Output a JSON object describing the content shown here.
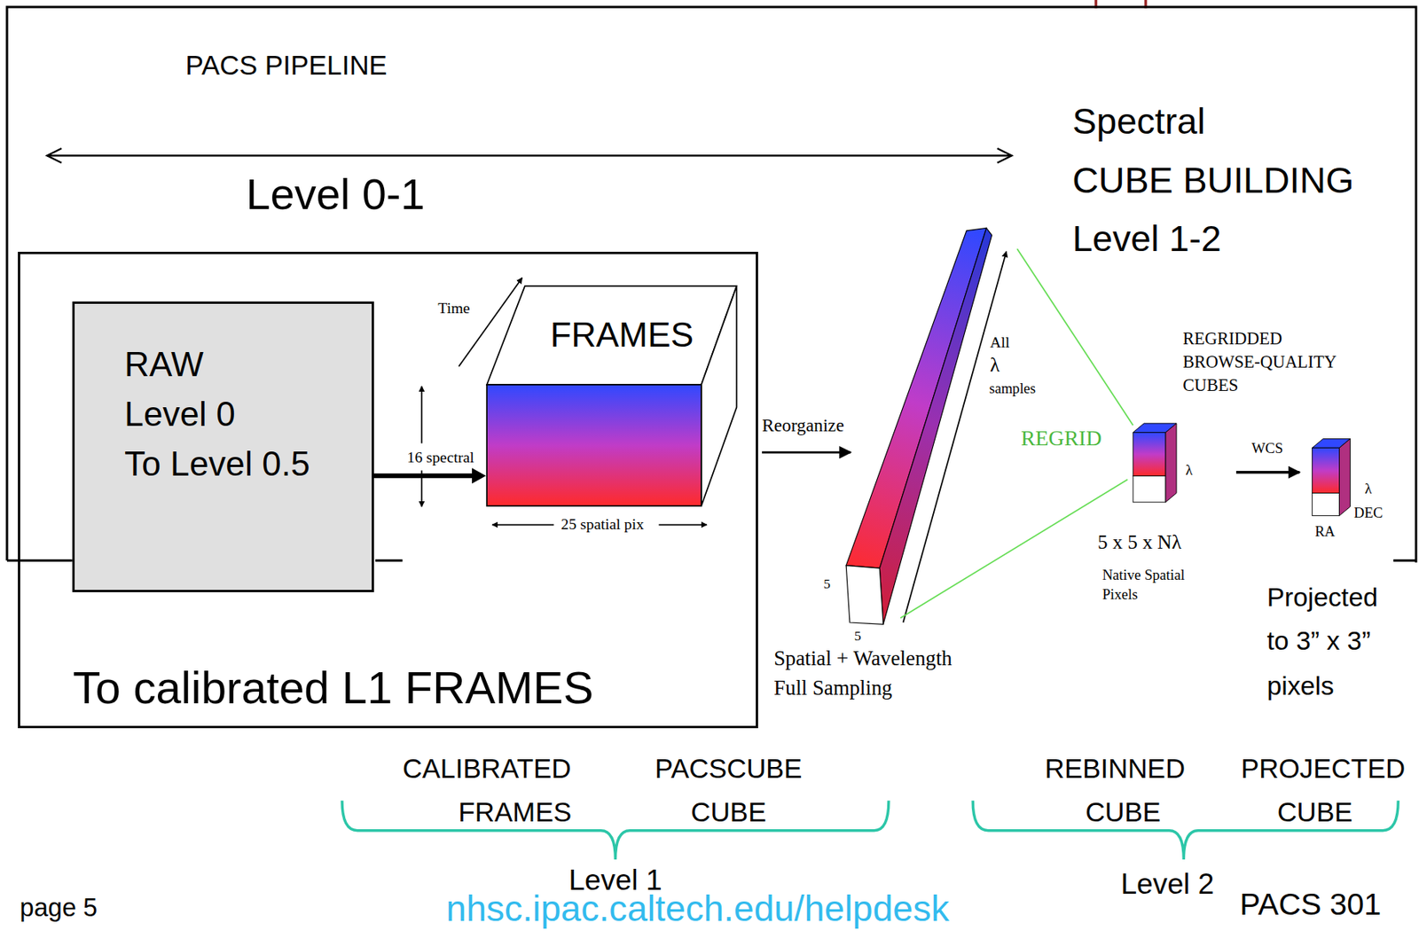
{
  "diagram": {
    "nodes": [
      {
        "text": [
          "PACS PIPELINE"
        ]
      },
      {
        "text": [
          "To calibrated L1 FRAMES"
        ]
      },
      {
        "text": [
          "RAW",
          "Level 0",
          "To Level 0.5"
        ],
        "in": 1
      },
      {
        "text": [
          "FRAMES"
        ],
        "in": 1
      }
    ],
    "edges": [
      {
        "from": 2,
        "to": 3,
        "arrow": "to"
      }
    ],
    "labels": [
      "Level 0-1",
      "Spectral",
      "CUBE BUILDING",
      "Level 1-2",
      "Time",
      "16 spectral",
      "25 spatial pix",
      "Reorganize",
      "5",
      "5",
      "Spatial + Wavelength",
      "Full Sampling",
      "All",
      "λ",
      "samples",
      "REGRID",
      "REGRIDDED",
      "BROWSE-QUALITY",
      "CUBES",
      "λ",
      "5 x 5 x Nλ",
      "Native Spatial",
      "Pixels",
      "WCS",
      "λ",
      "DEC",
      "RA",
      "Projected",
      "to 3” x 3”",
      "pixels",
      "CALIBRATED",
      "FRAMES",
      "PACSCUBE",
      "CUBE",
      "REBINNED",
      "CUBE",
      "PROJECTED",
      "CUBE",
      "Level 1",
      "Level 2",
      "page 5",
      "nhsc.ipac.caltech.edu/helpdesk",
      "PACS 301"
    ]
  }
}
